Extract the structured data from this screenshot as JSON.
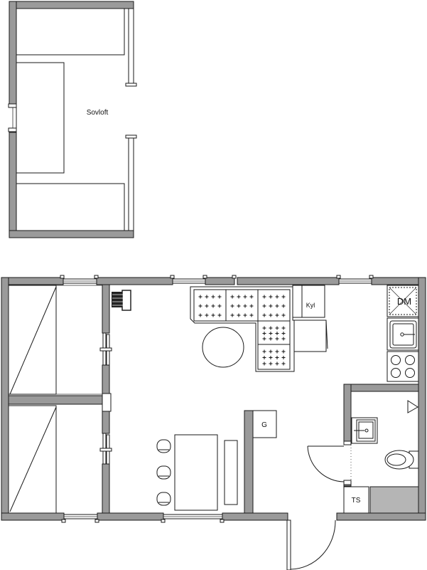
{
  "labels": {
    "sleeping_loft": "Sovloft",
    "fridge": "Kyl",
    "dishwasher": "DM",
    "wardrobe": "G",
    "clothes_dryer": "TS"
  }
}
